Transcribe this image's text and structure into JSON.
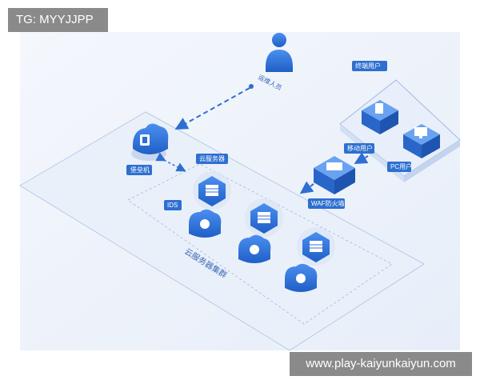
{
  "watermark": {
    "tg": "TG: MYYJJPP",
    "url": "www.play-kaiyunkaiyun.com"
  },
  "diagram": {
    "ops_user": "运维人员",
    "bastion": "堡垒机",
    "cloud_server": "云服务器",
    "ids": "IDS",
    "cluster": "云服务器集群",
    "terminal_users": "终端用户",
    "mobile_user": "移动用户",
    "pc_user": "PC用户",
    "waf": "WAF防火墙"
  },
  "colors": {
    "accent": "#2e6fd1",
    "background": "#eef3fb",
    "line": "#9fb9e0"
  }
}
